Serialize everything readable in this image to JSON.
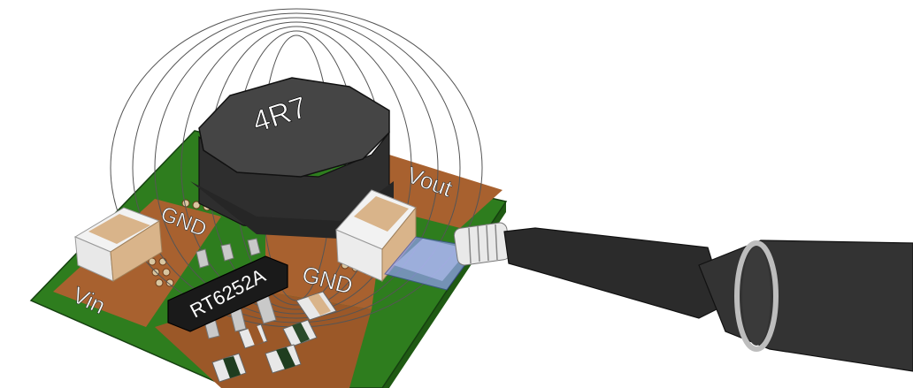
{
  "labels": {
    "inductor": "4R7",
    "ic": "RT6252A",
    "vout": "Vout",
    "gnd_top": "GND",
    "gnd_right": "GND",
    "vin": "Vin"
  },
  "colors": {
    "board_green": "#2e7d1e",
    "board_green_dark": "#1f5a13",
    "copper": "#a8612f",
    "copper_dark": "#7a4420",
    "inductor_body": "#3a3a3a",
    "inductor_top": "#454545",
    "ic_body": "#1a1a1a",
    "cap_tan": "#d9b48a",
    "probe_black": "#2b2b2b",
    "probe_tip_blue": "#7f8fe0"
  },
  "icons": {
    "field_lines": "magnetic-field-lines",
    "probe": "oscilloscope-probe"
  }
}
